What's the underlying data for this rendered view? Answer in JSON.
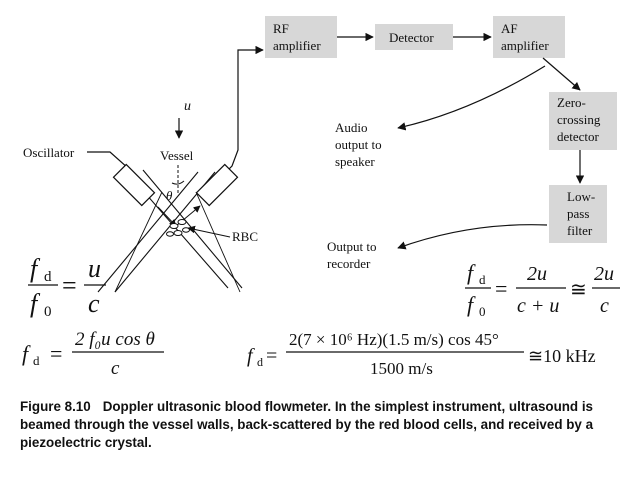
{
  "colors": {
    "box_fill": "#d7d7d7",
    "ink": "#111111",
    "background": "#ffffff"
  },
  "blocks": {
    "rf_amplifier": [
      "RF",
      "amplifier"
    ],
    "detector": "Detector",
    "af_amplifier": [
      "AF",
      "amplifier"
    ],
    "zero_crossing": [
      "Zero-",
      "crossing",
      "detector"
    ],
    "low_pass": [
      "Low-",
      "pass",
      "filter"
    ]
  },
  "labels": {
    "oscillator": "Oscillator",
    "vessel": "Vessel",
    "velocity": "u",
    "angle": "θ",
    "rbc": "RBC",
    "audio_output": [
      "Audio",
      "output to",
      "speaker"
    ],
    "recorder_output": [
      "Output to",
      "recorder"
    ]
  },
  "equations": {
    "eq1": {
      "lhs_num": "f",
      "lhs_num_sub": "d",
      "lhs_den": "f",
      "lhs_den_sub": "0",
      "rhs_num": "u",
      "rhs_den": "c"
    },
    "eq2": {
      "lhs": "f",
      "lhs_sub": "d",
      "num": "2 f₀u cos θ",
      "den": "c"
    },
    "eq3": {
      "lhs_num": "f",
      "lhs_num_sub": "d",
      "lhs_den": "f",
      "lhs_den_sub": "0",
      "mid_num": "2u",
      "mid_den": "c + u",
      "approx": "≅",
      "rhs_num": "2u",
      "rhs_den": "c"
    },
    "eq4": {
      "lhs": "f",
      "lhs_sub": "d",
      "num": "2(7 × 10⁶ Hz)(1.5 m/s) cos 45°",
      "den": "1500 m/s",
      "result": "≅10 kHz"
    }
  },
  "caption": {
    "tag": "Figure 8.10",
    "text": "Doppler ultrasonic blood flowmeter. In the simplest instrument, ultrasound is beamed through the vessel walls, back-scattered by the red blood cells, and received by a piezoelectric crystal."
  }
}
